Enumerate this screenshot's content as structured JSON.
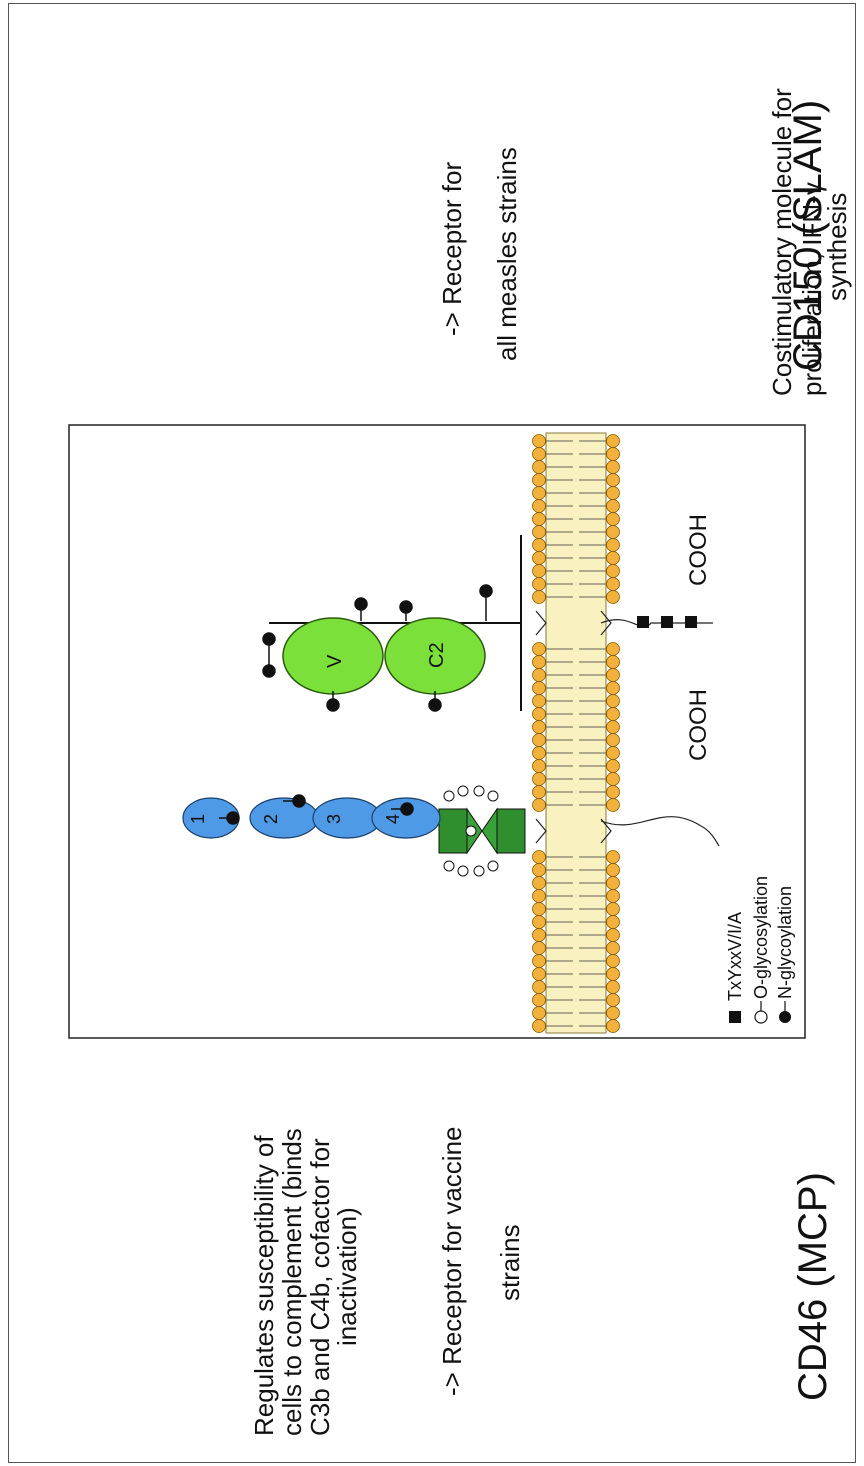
{
  "cd150": {
    "title": "CD150 (SLAM)",
    "desc_lines": [
      "Costimulatory molecule for",
      "proliferation, IFN-γ",
      "synthesis"
    ],
    "receptor_line1": "-> Receptor for",
    "receptor_line2": "all measles strains",
    "domains": [
      "V",
      "C2"
    ],
    "tail_label": "COOH"
  },
  "cd46": {
    "title": "CD46 (MCP)",
    "desc_lines": [
      "Regulates susceptibility of",
      "cells to complement (binds",
      "C3b and C4b, cofactor for",
      "inactivation)"
    ],
    "receptor_line1": "-> Receptor for vaccine",
    "receptor_line2": "strains",
    "domains": [
      "1",
      "2",
      "3",
      "4"
    ],
    "tail_label": "COOH"
  },
  "legend": {
    "items": [
      {
        "symbol": "square",
        "label": "TxYxxV/I/A"
      },
      {
        "symbol": "open-circle",
        "label": "O-glycosylation"
      },
      {
        "symbol": "filled-circle",
        "label": "N-glycoylation"
      }
    ]
  },
  "colors": {
    "membrane": "#f9f2c0",
    "lipid_head": "#f2b13a",
    "ccp_domain": "#4f9ae6",
    "slam_domain": "#7ce03a",
    "stp_region": "#2f8f2f"
  }
}
